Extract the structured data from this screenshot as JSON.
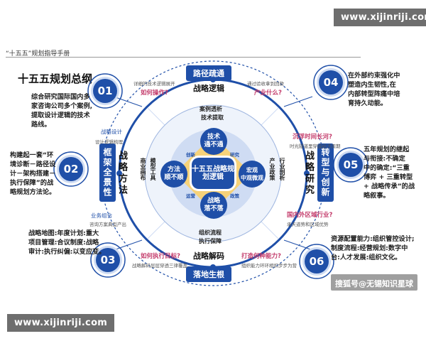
{
  "watermarks": {
    "top": "www.xijinriji.com",
    "bottom": "www.xijinriji.com"
  },
  "header": {
    "doc_title": "“十五五”规划指导手册",
    "main_title": "十五五规划总纲"
  },
  "center": {
    "title": "十五五战略规划逻辑"
  },
  "inner_nodes": {
    "top": "技术\n通不通",
    "left": "方法\n顺不顺",
    "right": "宏观\n中观微观",
    "bottom": "战略\n落不落"
  },
  "inner_labels": {
    "top_outer": "案例透析",
    "top_inner": "技术提取",
    "left_a": "商业画布",
    "left_b": "模型工具",
    "right_a": "行业剖析",
    "right_b": "产业政策",
    "bottom_outer": "组织流程",
    "bottom_inner": "执行保障",
    "petal_tl": "创新",
    "petal_tr": "研究",
    "petal_bl": "运营",
    "petal_br": "政策"
  },
  "axes": {
    "top_pill": "路径疏通",
    "top_title": "战略逻辑",
    "bottom_pill": "落地生根",
    "bottom_title": "战略解码",
    "left_tag": "框架全景性",
    "left_title": "战略方法",
    "right_tag": "转型与创新",
    "right_title": "战略研究"
  },
  "sections": [
    {
      "num": "01",
      "text": "综合研究国际国内多\n家咨询公司多个案例,\n提取设计逻辑的技术\n路线。"
    },
    {
      "num": "02",
      "text": "构建起一套“环\n境诊断－路径设\n计－架构搭建－\n执行保障”的战\n略规划方法论。"
    },
    {
      "num": "03",
      "text": "战略地图:年度计划:重大\n项目管理:合议制度:战略\n审计:执行纠偏:以变应变。"
    },
    {
      "num": "04",
      "text": "在外部约束强化中\n塑造内生韧性,在\n内部转型阵痛中培\n育持久动能。"
    },
    {
      "num": "05",
      "text": "五年规划的继起\n与衔接:不确定\n中的确定:“三重\n博弈 + 三重转型\n+ 战略传承”的战\n略叙事。"
    },
    {
      "num": "06",
      "text": "资源配置能力:组织管控设计;\n制度流程:经营规划:数字中\n台:人才发展:组织文化。"
    }
  ],
  "questions": {
    "tl": "如何操作?",
    "tr": "产业什么?",
    "rt": "沉浮时间长河?",
    "rb": "国内外区域行业?",
    "bl": "如何执行目标?",
    "br": "打造何种能力?"
  },
  "notes": {
    "tl_note": "详细的技术逻辑展开",
    "tr_note": "通过验收拿到回款",
    "l1_head": "战略设计",
    "l1_note": "设计逻辑梳理",
    "l2_head": "业务组合",
    "l2_note": "咨询方案典型产出",
    "r1_note": "时光隧道里穿越经济周期",
    "r2_note": "承天道势和区域优势",
    "b1_note": "战略解码层层穿透三律覆盖",
    "b2_note": "组织能力环环相扣步步为营"
  },
  "footer": {
    "credit": "搜狐号@无锡知识星球"
  },
  "colors": {
    "primary": "#1f4fa8",
    "light": "#cfdcf3",
    "accent_red": "#c33a6a"
  }
}
